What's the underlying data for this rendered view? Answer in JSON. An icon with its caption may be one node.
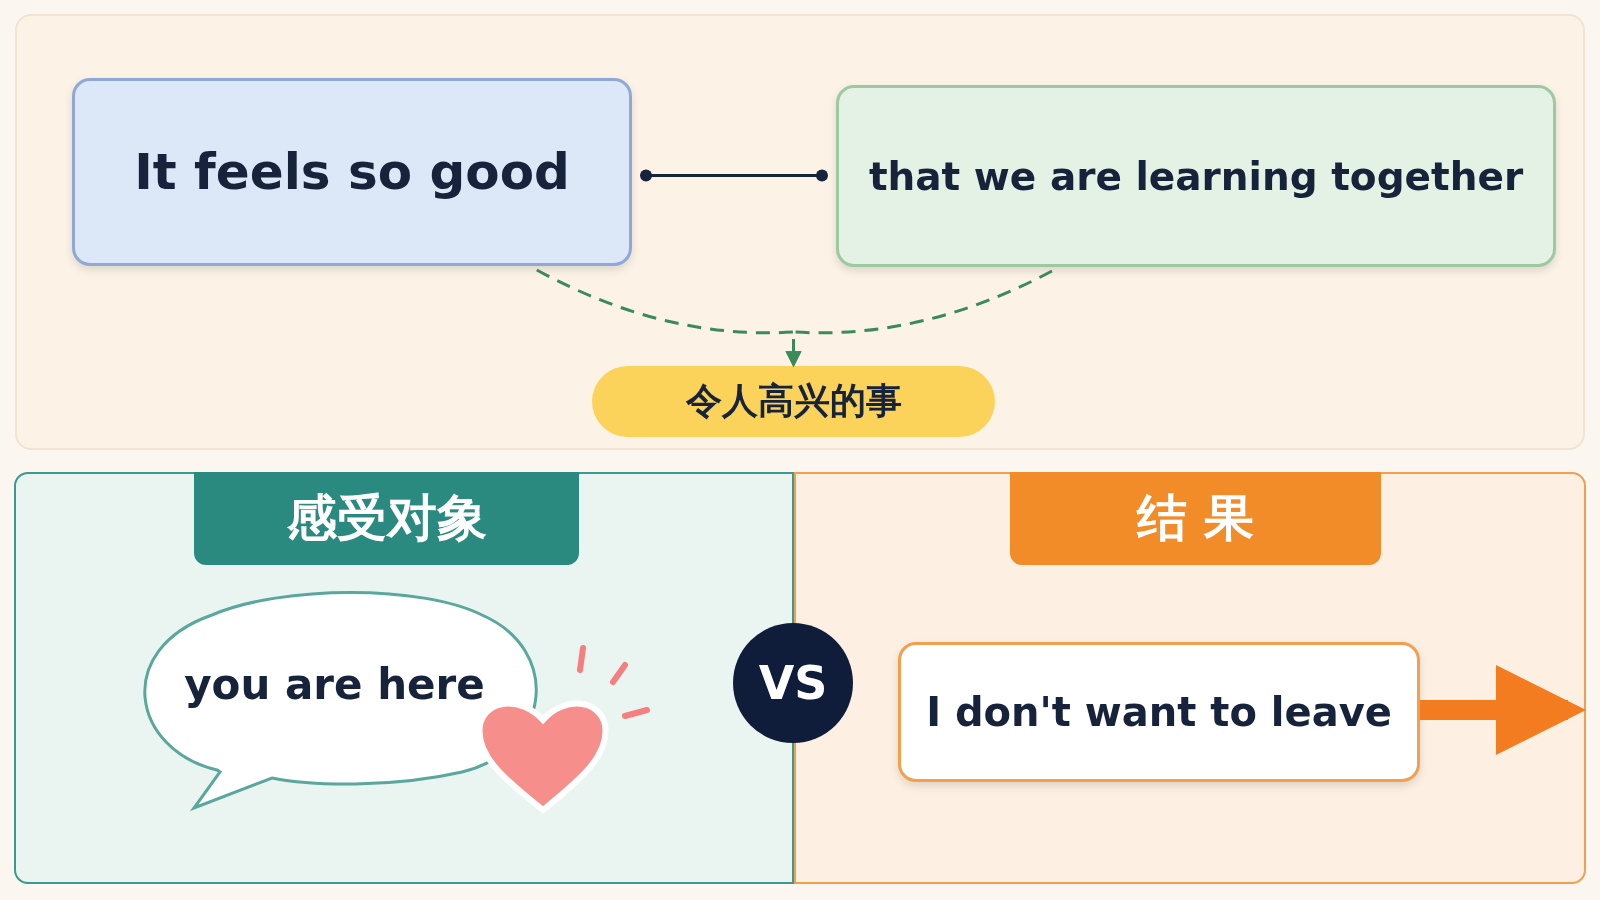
{
  "diagram": {
    "nodes": [
      {
        "text": [
          "It feels so good"
        ]
      },
      {
        "text": [
          "that we are learning together"
        ]
      },
      {
        "text": [
          "令人高兴的事"
        ]
      },
      {
        "text": [
          "感受对象"
        ]
      },
      {
        "text": [
          "you are here"
        ],
        "in": 3
      },
      {
        "text": [
          "VS"
        ]
      },
      {
        "text": [
          "结 果"
        ]
      },
      {
        "text": [
          "I don't want to leave"
        ],
        "in": 6
      }
    ],
    "edges": [
      {
        "from": 0,
        "to": 1,
        "arrow": "other",
        "color": "#17223b"
      },
      {
        "from": 0,
        "to": 2,
        "arrow": "to",
        "style": "dashed",
        "color": "#3a8a5a"
      },
      {
        "from": 1,
        "to": 2,
        "arrow": "to",
        "style": "dashed",
        "color": "#3a8a5a"
      },
      {
        "from": 7,
        "to": null,
        "arrow": "to",
        "style": "thick",
        "color": "#f47c20"
      }
    ]
  }
}
